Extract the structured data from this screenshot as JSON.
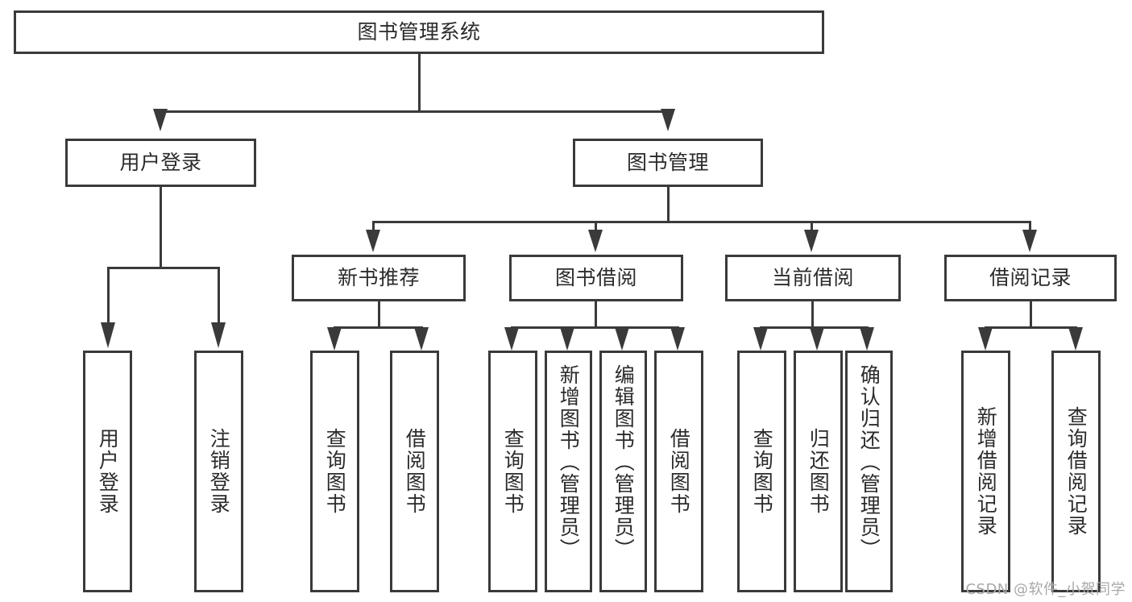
{
  "diagram": {
    "title": "图书管理系统",
    "type": "functional-structure-tree",
    "root": {
      "label": "图书管理系统"
    },
    "level2": [
      {
        "label": "用户登录"
      },
      {
        "label": "图书管理"
      }
    ],
    "level3": [
      {
        "label": "新书推荐"
      },
      {
        "label": "图书借阅"
      },
      {
        "label": "当前借阅"
      },
      {
        "label": "借阅记录"
      }
    ],
    "leaves": {
      "user_login": [
        {
          "label": "用户登录"
        },
        {
          "label": "注销登录"
        }
      ],
      "new_book_recommend": [
        {
          "label": "查询图书"
        },
        {
          "label": "借阅图书"
        }
      ],
      "book_borrow": [
        {
          "label": "查询图书"
        },
        {
          "label": "新增图书（管理员）"
        },
        {
          "label": "编辑图书（管理员）"
        },
        {
          "label": "借阅图书"
        }
      ],
      "current_borrow": [
        {
          "label": "查询图书"
        },
        {
          "label": "归还图书"
        },
        {
          "label": "确认归还（管理员）"
        }
      ],
      "borrow_record": [
        {
          "label": "新增借阅记录"
        },
        {
          "label": "查询借阅记录"
        }
      ]
    }
  },
  "watermark": {
    "text": "CSDN @软件_小贺同学"
  },
  "colors": {
    "stroke": "#3a3a3a",
    "text": "#2b2b2b",
    "background": "#ffffff",
    "watermark": "#a8a8a8"
  }
}
